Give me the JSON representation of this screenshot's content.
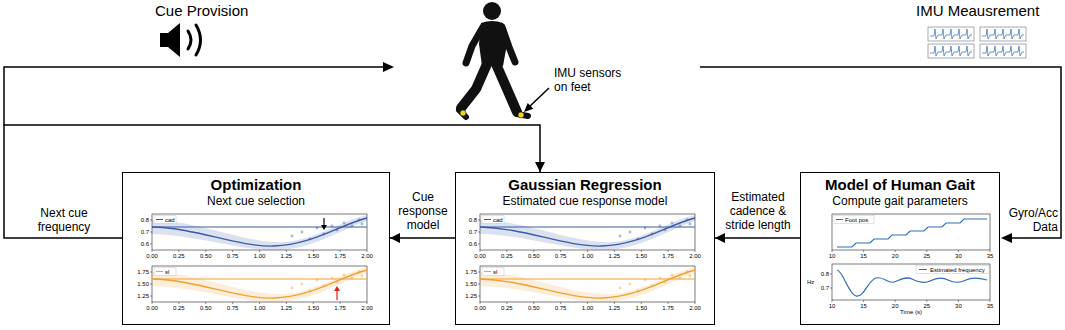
{
  "diagram": {
    "nodes": [
      {
        "text": [
          "Optimization",
          "Next cue selection"
        ]
      },
      {
        "text": [
          "Gaussian Regression",
          "Estimated cue response model"
        ]
      },
      {
        "text": [
          "Model of Human Gait",
          "Compute gait parameters"
        ]
      }
    ],
    "edges": [
      {
        "from": 1,
        "to": 0,
        "label": "Cue response model",
        "arrow": "to"
      },
      {
        "from": 2,
        "to": 1,
        "label": "Estimated cadence & stride length",
        "arrow": "to"
      },
      {
        "from": 0,
        "to": 1,
        "label": "Next cue frequency",
        "arrow": "to"
      }
    ],
    "labels": [
      "Cue Provision",
      "IMU sensors on feet",
      "IMU Meausrement",
      "Gyro/Acc Data",
      "cad",
      "0.00",
      "0.25",
      "0.50",
      "0.75",
      "1.00",
      "1.25",
      "1.50",
      "1.75",
      "2.00",
      "0.8",
      "0.7",
      "0.6",
      "sl",
      "0.00",
      "0.25",
      "0.50",
      "0.75",
      "1.00",
      "1.25",
      "1.50",
      "1.75",
      "2.00",
      "1.75",
      "1.50",
      "1.25",
      "cad",
      "0.00",
      "0.25",
      "0.50",
      "0.75",
      "1.00",
      "1.25",
      "1.50",
      "1.75",
      "2.00",
      "0.8",
      "0.7",
      "0.6",
      "sl",
      "0.00",
      "0.25",
      "0.50",
      "0.75",
      "1.00",
      "1.25",
      "1.50",
      "1.75",
      "2.00",
      "1.75",
      "1.50",
      "1.25",
      "Foot pos",
      "10",
      "15",
      "20",
      "25",
      "30",
      "35",
      "Estimated frequency",
      "0.8",
      "0.7",
      "Hz",
      "10",
      "15",
      "20",
      "25",
      "30",
      "35",
      "Time (s)"
    ]
  }
}
